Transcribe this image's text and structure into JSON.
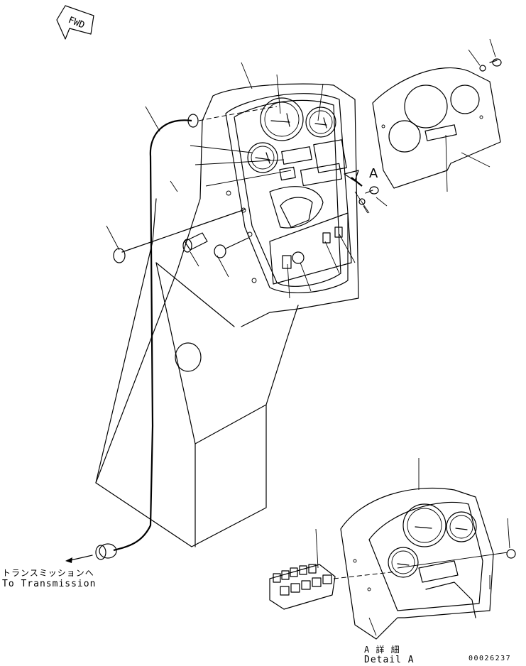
{
  "fwd_label": "FWD",
  "transmission": {
    "jp": "トランスミッションへ",
    "en": "To Transmission"
  },
  "detail_marker": "A",
  "detail_caption": {
    "jp": "A 詳 細",
    "en": "Detail A"
  },
  "drawing_number": "00026237"
}
